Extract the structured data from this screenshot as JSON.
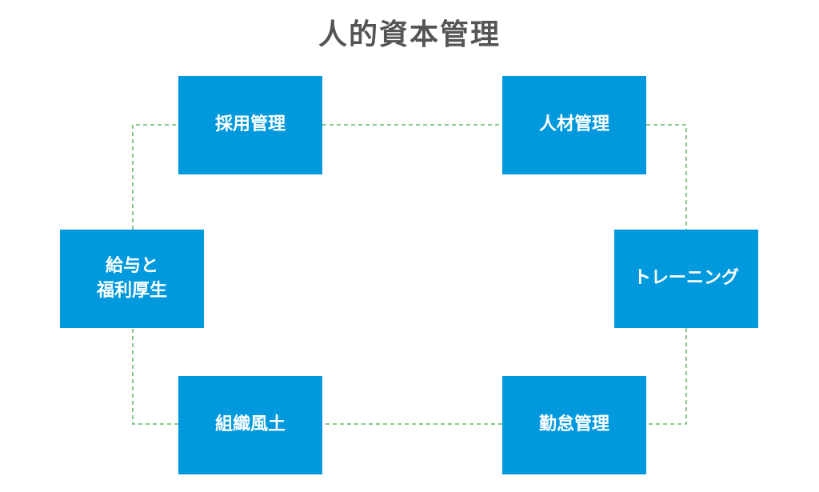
{
  "title": "人的資本管理",
  "colors": {
    "node_fill": "#0099DD",
    "node_text": "#FFFFFF",
    "connector": "#44AA44",
    "title": "#555555"
  },
  "nodes": {
    "recruit": "採用管理",
    "talent": "人材管理",
    "welfare": "給与と\n福利厚生",
    "training": "トレーニング",
    "culture": "組織風土",
    "attendance": "勤怠管理"
  },
  "connections": [
    [
      "recruit",
      "talent"
    ],
    [
      "talent",
      "training"
    ],
    [
      "training",
      "attendance"
    ],
    [
      "attendance",
      "culture"
    ],
    [
      "culture",
      "welfare"
    ],
    [
      "welfare",
      "recruit"
    ]
  ]
}
